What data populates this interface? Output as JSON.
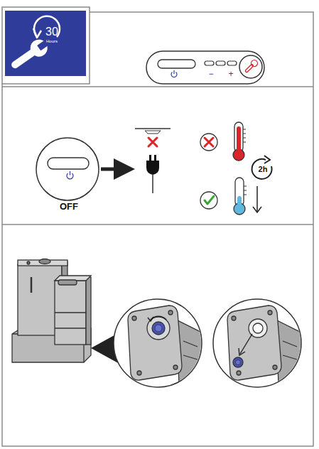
{
  "diagram": {
    "nodes": [
      {
        "text": [
          "30",
          "Hours"
        ]
      },
      {
        "text": [
          "OFF"
        ]
      },
      {
        "text": [
          "2h"
        ]
      }
    ],
    "labels": [
      "−",
      "+"
    ]
  }
}
